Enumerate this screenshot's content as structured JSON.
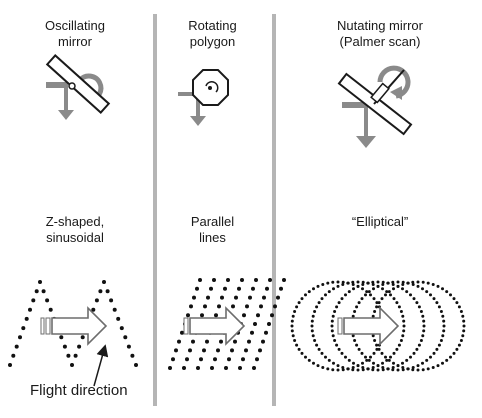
{
  "columns": [
    {
      "mechanism": "Oscillating\nmirror",
      "pattern": "Z-shaped,\nsinusoidal"
    },
    {
      "mechanism": "Rotating\npolygon",
      "pattern": "Parallel\nlines"
    },
    {
      "mechanism": "Nutating mirror\n(Palmer scan)",
      "pattern": "“Elliptical”"
    }
  ],
  "annotation": {
    "flight_direction": "Flight direction"
  },
  "colors": {
    "line": "#1a1a1a",
    "arrow_gray": "#8a8a8a",
    "divider": "#b5b5b5",
    "dot": "#111111"
  },
  "icons": [
    "oscillating-mirror-icon",
    "rotating-polygon-icon",
    "nutating-mirror-icon",
    "flight-arrow-icon"
  ]
}
